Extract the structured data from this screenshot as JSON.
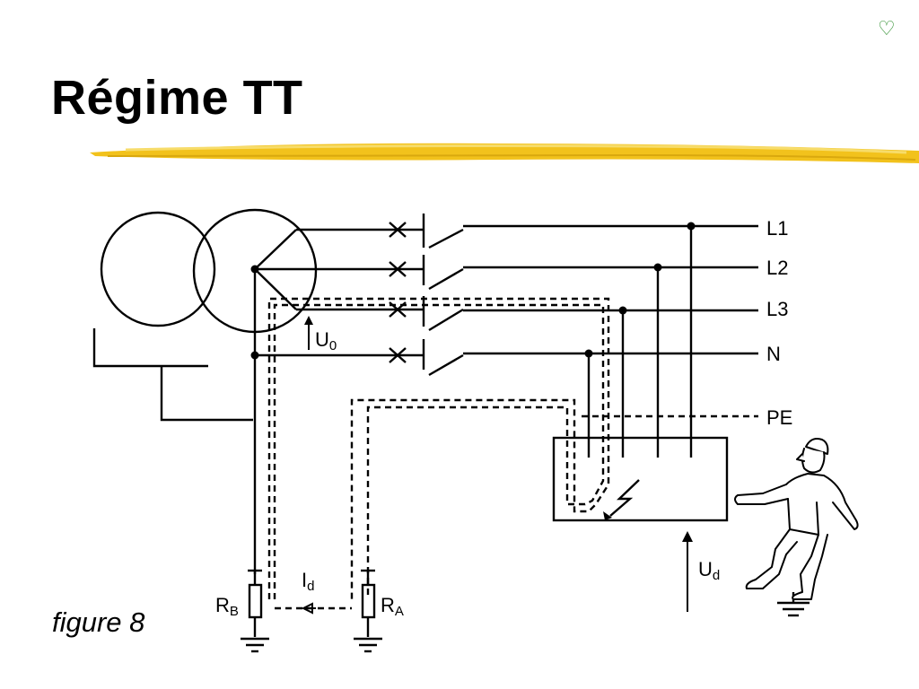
{
  "slide": {
    "title": "Régime TT",
    "corner_icon": "heart-outline-icon",
    "caption": "figure 8"
  },
  "colors": {
    "underline": "#f2c21c",
    "underline_light": "#f7dc6a",
    "corner_icon": "#2f8f2f"
  },
  "diagram": {
    "lines": {
      "l1": "L1",
      "l2": "L2",
      "l3": "L3",
      "n": "N",
      "pe": "PE"
    },
    "voltage_u0": {
      "main": "U",
      "sub": "0"
    },
    "voltage_ud": {
      "main": "U",
      "sub": "d"
    },
    "current_id": {
      "main": "I",
      "sub": "d"
    },
    "resistor_rb": {
      "main": "R",
      "sub": "B"
    },
    "resistor_ra": {
      "main": "R",
      "sub": "A"
    },
    "fault_icon": "lightning-bolt-icon",
    "person_icon": "worker-figure-icon"
  }
}
